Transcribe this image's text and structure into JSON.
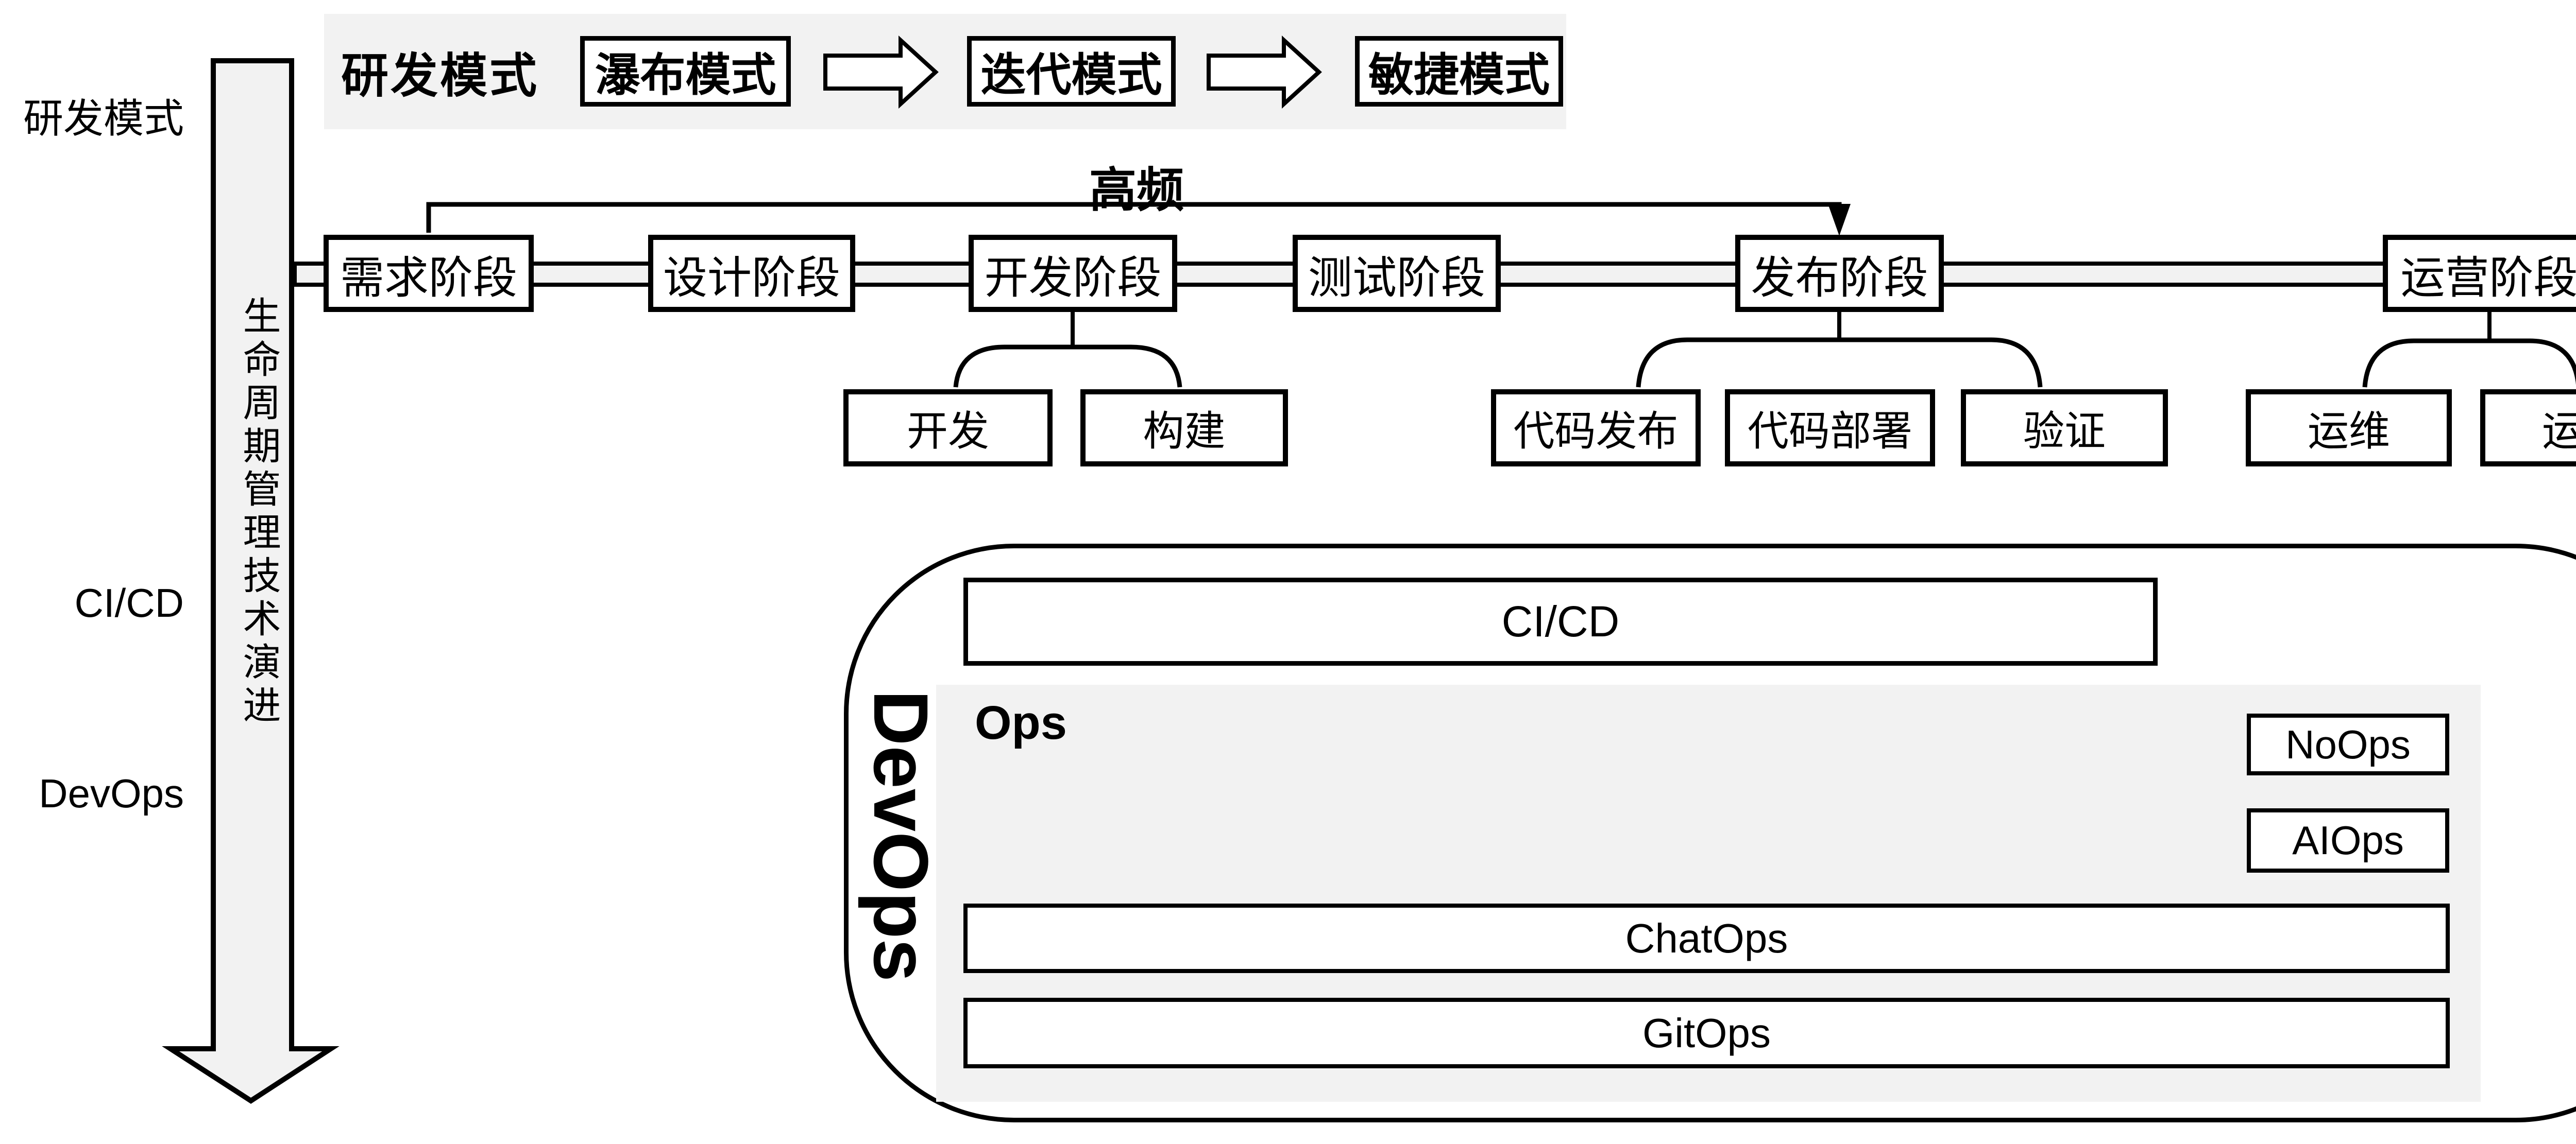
{
  "colors": {
    "fill_gray": "#f2f2f2",
    "line": "#000000",
    "box_fill": "#ffffff"
  },
  "left_labels": {
    "rd_mode": "研发模式",
    "cicd": "CI/CD",
    "devops": "DevOps"
  },
  "lifecycle_arrow": {
    "text": "生命周期管理技术演进"
  },
  "dev_mode_bar": {
    "title": "研发模式",
    "modes": [
      "瀑布模式",
      "迭代模式",
      "敏捷模式"
    ]
  },
  "timeline": {
    "high_freq_label": "高频",
    "phases": [
      "需求阶段",
      "设计阶段",
      "开发阶段",
      "测试阶段",
      "发布阶段",
      "运营阶段"
    ]
  },
  "sub_activities": {
    "dev": [
      "开发",
      "构建"
    ],
    "release": [
      "代码发布",
      "代码部署",
      "验证"
    ],
    "operate": [
      "运维",
      "运营"
    ]
  },
  "devops_container": {
    "label": "DevOps",
    "cicd_bar": "CI/CD",
    "ops": {
      "label": "Ops",
      "items": [
        "NoOps",
        "AIOps",
        "ChatOps",
        "GitOps"
      ]
    }
  }
}
